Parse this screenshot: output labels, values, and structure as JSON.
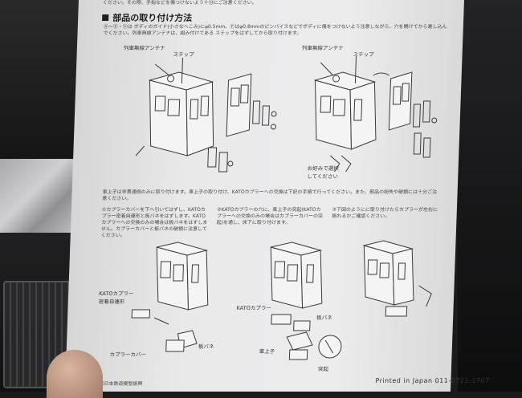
{
  "header_note": "ください。その際、手指などを傷つけないよう十分にご注意ください。",
  "section_title": "部品の取り付け方法",
  "instruction_1": "Ⓐ〜Ⓔ・㊉は ボディのガイド(小さなへこみ)にφ0.5mm、Ⓕはφ0.8mmのピンバイスなどでボディに傷をつけないよう注意しながら、穴を開けてから差し込んでください。列車無線アンテナは、組み付けてある ステップをはずしてから取り付けます。",
  "diagram_labels": {
    "antenna_left": "列車無線アンテナ",
    "step_left": "ステップ",
    "antenna_right": "列車無線アンテナ",
    "step_right": "ステップ",
    "choice_note": "お好みで選択\nしてください",
    "kato_coupler_closed": "KATOカプラー\n密着自連形",
    "kato_coupler": "KATOカプラー",
    "coupler_cover": "カプラーカバー",
    "leaf_spring_1": "板バネ",
    "leaf_spring_2": "板バネ",
    "truck_top": "車上子",
    "protrusion": "突起"
  },
  "middle_paragraph": "車上子は非貫通側のみに取り付けます。車上子の取り付け、KATOカプラーへの交換は下記の手順で行ってください。また、部品の紛失や破損には十分ご注意ください。",
  "steps": [
    {
      "text": "①カプラーカバーを下へ引いてはずし、KATOカプラー密着自連形と板バネをはずします。KATOカプラーへの交換のみの場合は板バネをはずしません。カプラーカバーと板バネの破損に注意してください。"
    },
    {
      "text": "②KATOカプラーの穴に、車上子の突起(KATOカプラーへの交換のみの場合はカプラーカバーの突起)を通し、床下に取り付けます。"
    },
    {
      "text": "③下図のようにに取り付けたらカプラーが左右に振れるかご確認ください。"
    }
  ],
  "footer_left": "㈱日本鉄道模型振興",
  "footer_right": "Printed in Japan   011-0721-1707"
}
